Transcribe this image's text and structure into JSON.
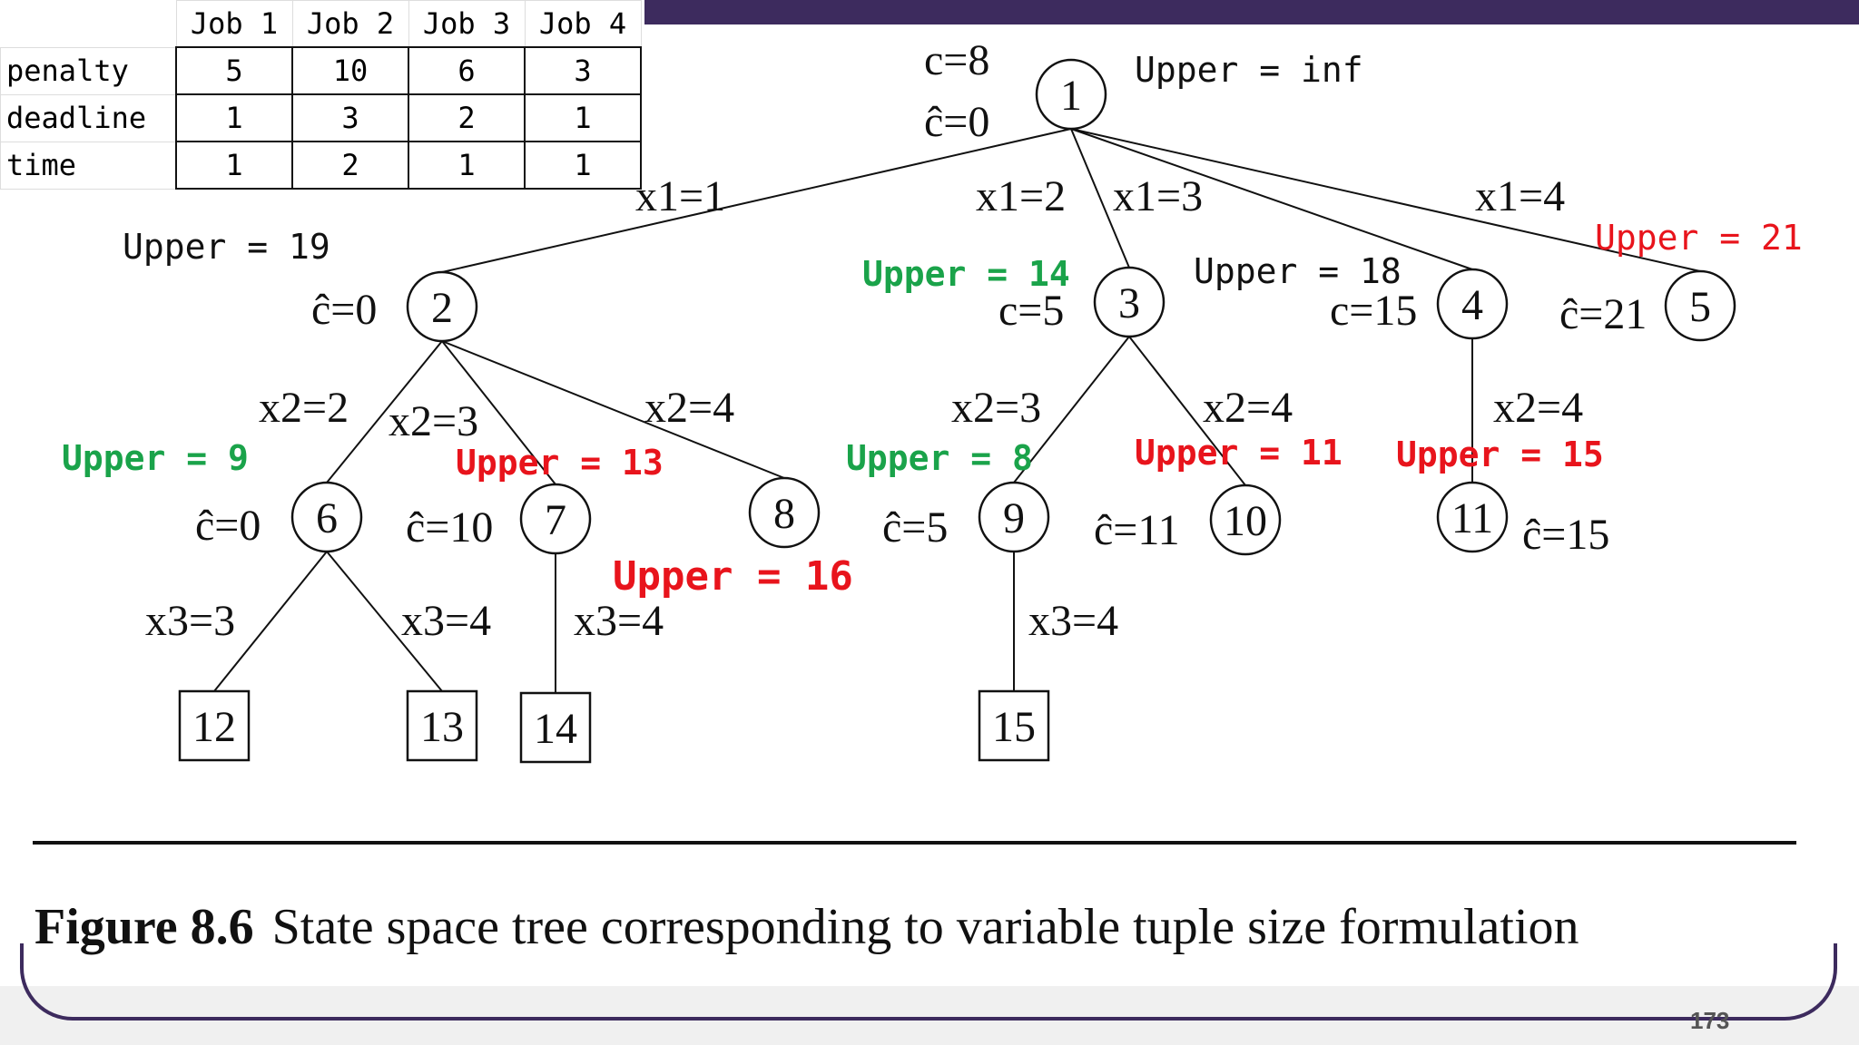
{
  "table": {
    "headers": [
      "Job 1",
      "Job 2",
      "Job 3",
      "Job 4"
    ],
    "rows": [
      {
        "label": "penalty",
        "values": [
          "5",
          "10",
          "6",
          "3"
        ]
      },
      {
        "label": "deadline",
        "values": [
          "1",
          "3",
          "2",
          "1"
        ]
      },
      {
        "label": "time",
        "values": [
          "1",
          "2",
          "1",
          "1"
        ]
      }
    ]
  },
  "tree": {
    "nodes": [
      {
        "id": "1",
        "label": "1",
        "shape": "circle"
      },
      {
        "id": "2",
        "label": "2",
        "shape": "circle"
      },
      {
        "id": "3",
        "label": "3",
        "shape": "circle"
      },
      {
        "id": "4",
        "label": "4",
        "shape": "circle"
      },
      {
        "id": "5",
        "label": "5",
        "shape": "circle"
      },
      {
        "id": "6",
        "label": "6",
        "shape": "circle"
      },
      {
        "id": "7",
        "label": "7",
        "shape": "circle"
      },
      {
        "id": "8",
        "label": "8",
        "shape": "circle"
      },
      {
        "id": "9",
        "label": "9",
        "shape": "circle"
      },
      {
        "id": "10",
        "label": "10",
        "shape": "circle"
      },
      {
        "id": "11",
        "label": "11",
        "shape": "circle"
      },
      {
        "id": "12",
        "label": "12",
        "shape": "square"
      },
      {
        "id": "13",
        "label": "13",
        "shape": "square"
      },
      {
        "id": "14",
        "label": "14",
        "shape": "square"
      },
      {
        "id": "15",
        "label": "15",
        "shape": "square"
      }
    ],
    "edges": [
      {
        "from": "1",
        "to": "2",
        "label": "x1=1"
      },
      {
        "from": "1",
        "to": "3",
        "label": "x1=2"
      },
      {
        "from": "1",
        "to": "4",
        "label": "x1=3"
      },
      {
        "from": "1",
        "to": "5",
        "label": "x1=4"
      },
      {
        "from": "2",
        "to": "6",
        "label": "x2=2"
      },
      {
        "from": "2",
        "to": "7",
        "label": "x2=3"
      },
      {
        "from": "2",
        "to": "8",
        "label": "x2=4"
      },
      {
        "from": "3",
        "to": "9",
        "label": "x2=3"
      },
      {
        "from": "3",
        "to": "10",
        "label": "x2=4"
      },
      {
        "from": "4",
        "to": "11",
        "label": "x2=4"
      },
      {
        "from": "6",
        "to": "12",
        "label": "x3=3"
      },
      {
        "from": "6",
        "to": "13",
        "label": "x3=4"
      },
      {
        "from": "7",
        "to": "14",
        "label": "x3=4"
      },
      {
        "from": "9",
        "to": "15",
        "label": "x3=4"
      }
    ],
    "costs": [
      {
        "node": "1",
        "lines": [
          "c=8",
          "ĉ=0"
        ]
      },
      {
        "node": "2",
        "lines": [
          "ĉ=0"
        ]
      },
      {
        "node": "3",
        "lines": [
          "c=5"
        ]
      },
      {
        "node": "4",
        "lines": [
          "c=15"
        ]
      },
      {
        "node": "5",
        "lines": [
          "ĉ=21"
        ]
      },
      {
        "node": "6",
        "lines": [
          "ĉ=0"
        ]
      },
      {
        "node": "7",
        "lines": [
          "ĉ=10"
        ]
      },
      {
        "node": "9",
        "lines": [
          "ĉ=5"
        ]
      },
      {
        "node": "10",
        "lines": [
          "ĉ=11"
        ]
      },
      {
        "node": "11",
        "lines": [
          "ĉ=15"
        ]
      }
    ],
    "uppers": [
      {
        "node": "1",
        "text": "Upper = inf",
        "color": "#111111"
      },
      {
        "node": "2",
        "text": "Upper = 19",
        "color": "#111111"
      },
      {
        "node": "3",
        "text": "Upper = 14",
        "color": "#1aa34a"
      },
      {
        "node": "4",
        "text": "Upper = 18",
        "color": "#111111"
      },
      {
        "node": "5",
        "text": "Upper = 21",
        "color": "#e8141c"
      },
      {
        "node": "6",
        "text": "Upper = 9",
        "color": "#1aa34a"
      },
      {
        "node": "7",
        "text": "Upper = 13",
        "color": "#e8141c"
      },
      {
        "node": "8",
        "text": "Upper = 16",
        "color": "#e8141c"
      },
      {
        "node": "9",
        "text": "Upper = 8",
        "color": "#1aa34a"
      },
      {
        "node": "10",
        "text": "Upper = 11",
        "color": "#e8141c"
      },
      {
        "node": "11",
        "text": "Upper = 15",
        "color": "#e8141c"
      }
    ]
  },
  "caption": {
    "figure": "Figure 8.6",
    "text": "State space tree corresponding to variable tuple size formulation"
  },
  "page_number": "173"
}
